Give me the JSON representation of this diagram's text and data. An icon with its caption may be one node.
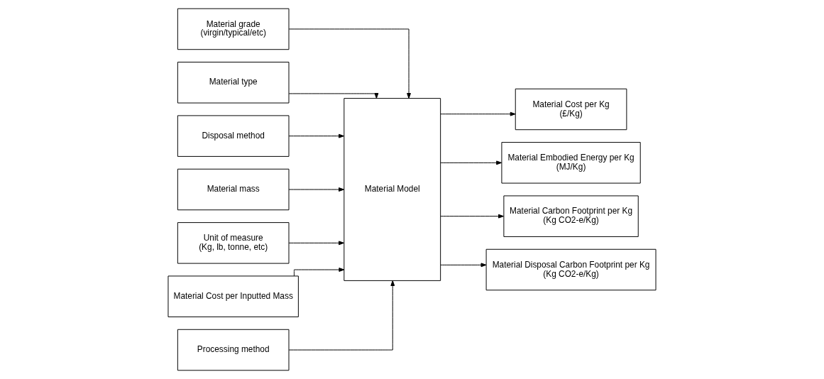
{
  "diagram": {
    "nodes": [
      {
        "text": [
          "Material grade",
          "(virgin/typical/etc)"
        ]
      },
      {
        "text": [
          "Material type"
        ]
      },
      {
        "text": [
          "Disposal method"
        ]
      },
      {
        "text": [
          "Material mass"
        ]
      },
      {
        "text": [
          "Unit of measure",
          "(Kg, lb, tonne, etc)"
        ]
      },
      {
        "text": [
          "Material Cost per Inputted Mass"
        ]
      },
      {
        "text": [
          "Processing method"
        ]
      },
      {
        "text": [
          "Material Model"
        ]
      },
      {
        "text": [
          "Material Cost per Kg",
          "(£/Kg)"
        ]
      },
      {
        "text": [
          "Material Embodied Energy per Kg",
          "(MJ/Kg)"
        ]
      },
      {
        "text": [
          "Material Carbon Footprint per Kg",
          "(Kg CO2-e/Kg)"
        ]
      },
      {
        "text": [
          "Material Disposal Carbon Footprint per Kg",
          "(Kg CO2-e/Kg)"
        ]
      }
    ],
    "edges": [
      {
        "from": 0,
        "to": 7,
        "arrow": "to"
      },
      {
        "from": 1,
        "to": 7,
        "arrow": "to"
      },
      {
        "from": 2,
        "to": 7,
        "arrow": "to"
      },
      {
        "from": 3,
        "to": 7,
        "arrow": "to"
      },
      {
        "from": 4,
        "to": 7,
        "arrow": "to"
      },
      {
        "from": 5,
        "to": 7,
        "arrow": "to"
      },
      {
        "from": 6,
        "to": 7,
        "arrow": "to"
      },
      {
        "from": 7,
        "to": 8,
        "arrow": "to"
      },
      {
        "from": 7,
        "to": 9,
        "arrow": "to"
      },
      {
        "from": 7,
        "to": 10,
        "arrow": "to"
      },
      {
        "from": 7,
        "to": 11,
        "arrow": "to"
      }
    ]
  }
}
